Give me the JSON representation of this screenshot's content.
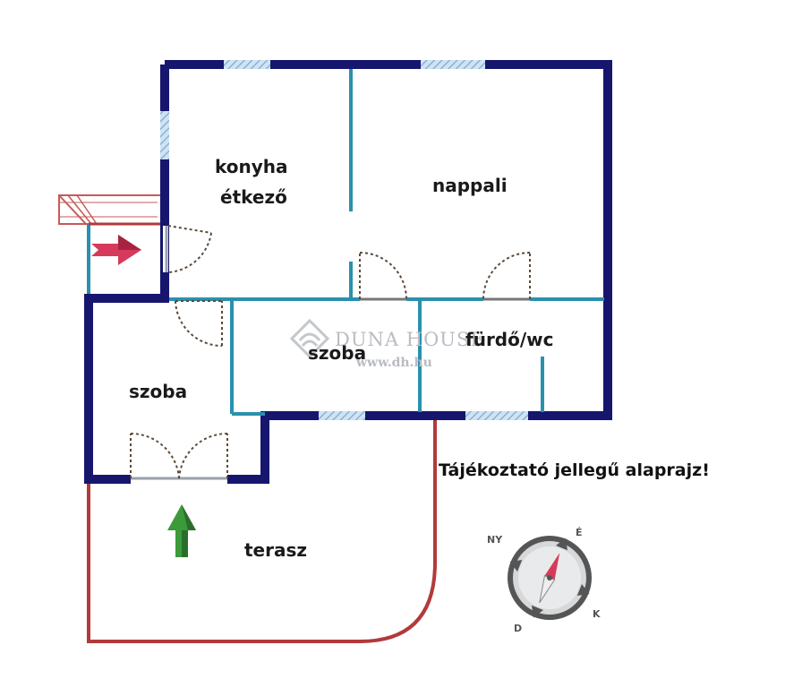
{
  "rooms": {
    "kitchen_line1": "konyha",
    "kitchen_line2": "étkező",
    "living": "nappali",
    "bath": "fürdő/wc",
    "room_middle": "szoba",
    "room_left": "szoba",
    "terrace": "terasz"
  },
  "note": "Tájékoztató jellegű alaprajz!",
  "watermark": {
    "name": "DUNA HOUSE",
    "url": "www.dh.hu"
  },
  "compass": {
    "north": "É",
    "south": "D",
    "east": "K",
    "west": "NY"
  },
  "colors": {
    "outer_wall": "#16166e",
    "inner_wall": "#2a90ad",
    "terrace_outline": "#b23a3a",
    "window": "#8fb8dc",
    "entry_arrow": "#d63a5a",
    "terrace_arrow": "#3c9a3a"
  },
  "icons": {
    "entry": "arrow-right-icon",
    "terrace": "arrow-up-icon",
    "compass": "compass-icon",
    "watermark": "duna-house-logo"
  }
}
